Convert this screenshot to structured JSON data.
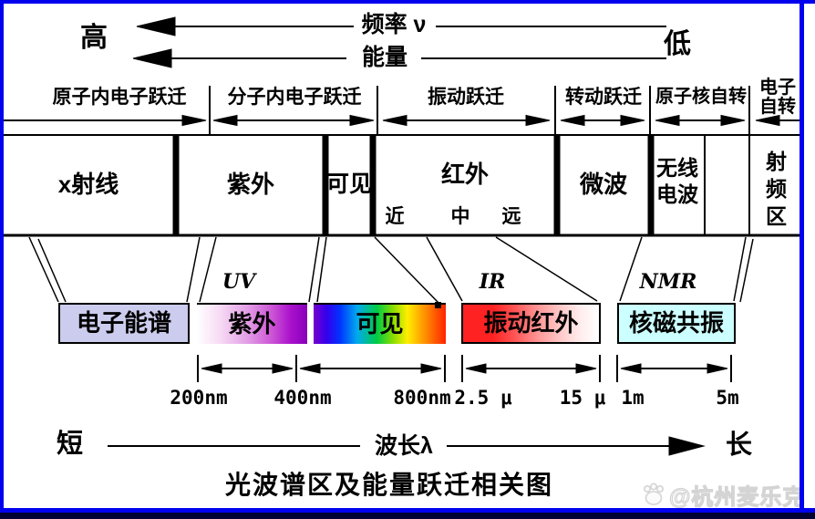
{
  "title": "光波谱区及能量跃迁相关图",
  "watermark": {
    "handle": "@杭州麦乐克"
  },
  "top_axis": {
    "high": "高",
    "low": "低",
    "frequency_label": "频率 ν",
    "energy_label": "能量"
  },
  "transition_row": [
    {
      "label": "原子内电子跃迁"
    },
    {
      "label": "分子内电子跃迁"
    },
    {
      "label": "振动跃迁"
    },
    {
      "label": "转动跃迁"
    },
    {
      "label": "原子核自转"
    },
    {
      "label": "电子自转"
    }
  ],
  "spectrum_band": [
    {
      "label": "x射线"
    },
    {
      "label": "紫外"
    },
    {
      "label": "可见"
    },
    {
      "label": "红外",
      "sub": {
        "near": "近",
        "mid": "中",
        "far": "远"
      }
    },
    {
      "label": "微波"
    },
    {
      "label": "无线电波"
    },
    {
      "label": "射频区"
    }
  ],
  "technique_row": {
    "tags": {
      "uv": "UV",
      "ir": "IR",
      "nmr": "NMR"
    },
    "boxes": [
      {
        "label": "电子能谱",
        "fill": "#ccccee"
      },
      {
        "label": "紫外",
        "fill": "gradient white to #8800bb"
      },
      {
        "label": "可见",
        "fill": "rainbow gradient #7700cc to #ff2200"
      },
      {
        "label": "振动红外",
        "fill": "gradient #ff2222 to white"
      },
      {
        "label": "核磁共振",
        "fill": "#ccffff"
      }
    ]
  },
  "scale_row": {
    "labels": [
      "200nm",
      "400nm",
      "800nm",
      "2.5 μ",
      "15 μ",
      "1m",
      "5m"
    ]
  },
  "bottom_axis": {
    "short": "短",
    "wavelength_label": "波长λ",
    "long": "长"
  },
  "colors": {
    "frame_blue": "#0101ee",
    "bottom_bar_dark": "#000033",
    "electron_spectrum_fill": "#ccccee",
    "nmr_fill": "#ccffff",
    "uv_purple": "#8800bb",
    "ir_red": "#ff2222",
    "ink": "#000000",
    "watermark_gray": "#d4d4d4"
  }
}
